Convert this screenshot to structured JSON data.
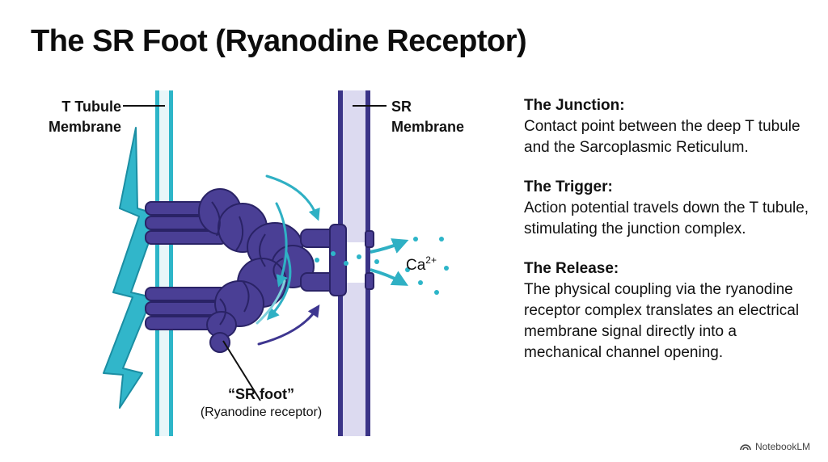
{
  "title": "The SR Foot (Ryanodine Receptor)",
  "diagram": {
    "t_tubule_label_line1": "T Tubule",
    "t_tubule_label_line2": "Membrane",
    "sr_label_line1": "SR",
    "sr_label_line2": "Membrane",
    "ion_label": "Ca",
    "ion_charge": "2+",
    "foot_label": "“SR foot”",
    "foot_sublabel": "(Ryanodine receptor)",
    "colors": {
      "tubule": "#2db5c8",
      "tubule_fill": "#e8f6f9",
      "sr": "#3b3487",
      "sr_fill": "#dcdaf0",
      "protein": "#4a3f95",
      "bolt": "#31b6ca"
    }
  },
  "sections": [
    {
      "heading": "The Junction:",
      "body": "Contact point between the deep T tubule and the Sarcoplasmic Reticulum."
    },
    {
      "heading": "The Trigger:",
      "body": "Action potential travels down the T tubule, stimulating the junction complex."
    },
    {
      "heading": "The Release:",
      "body": "The physical coupling via the ryanodine receptor complex translates an electrical membrane signal directly into a mechanical channel opening."
    }
  ],
  "brand": "NotebookLM"
}
